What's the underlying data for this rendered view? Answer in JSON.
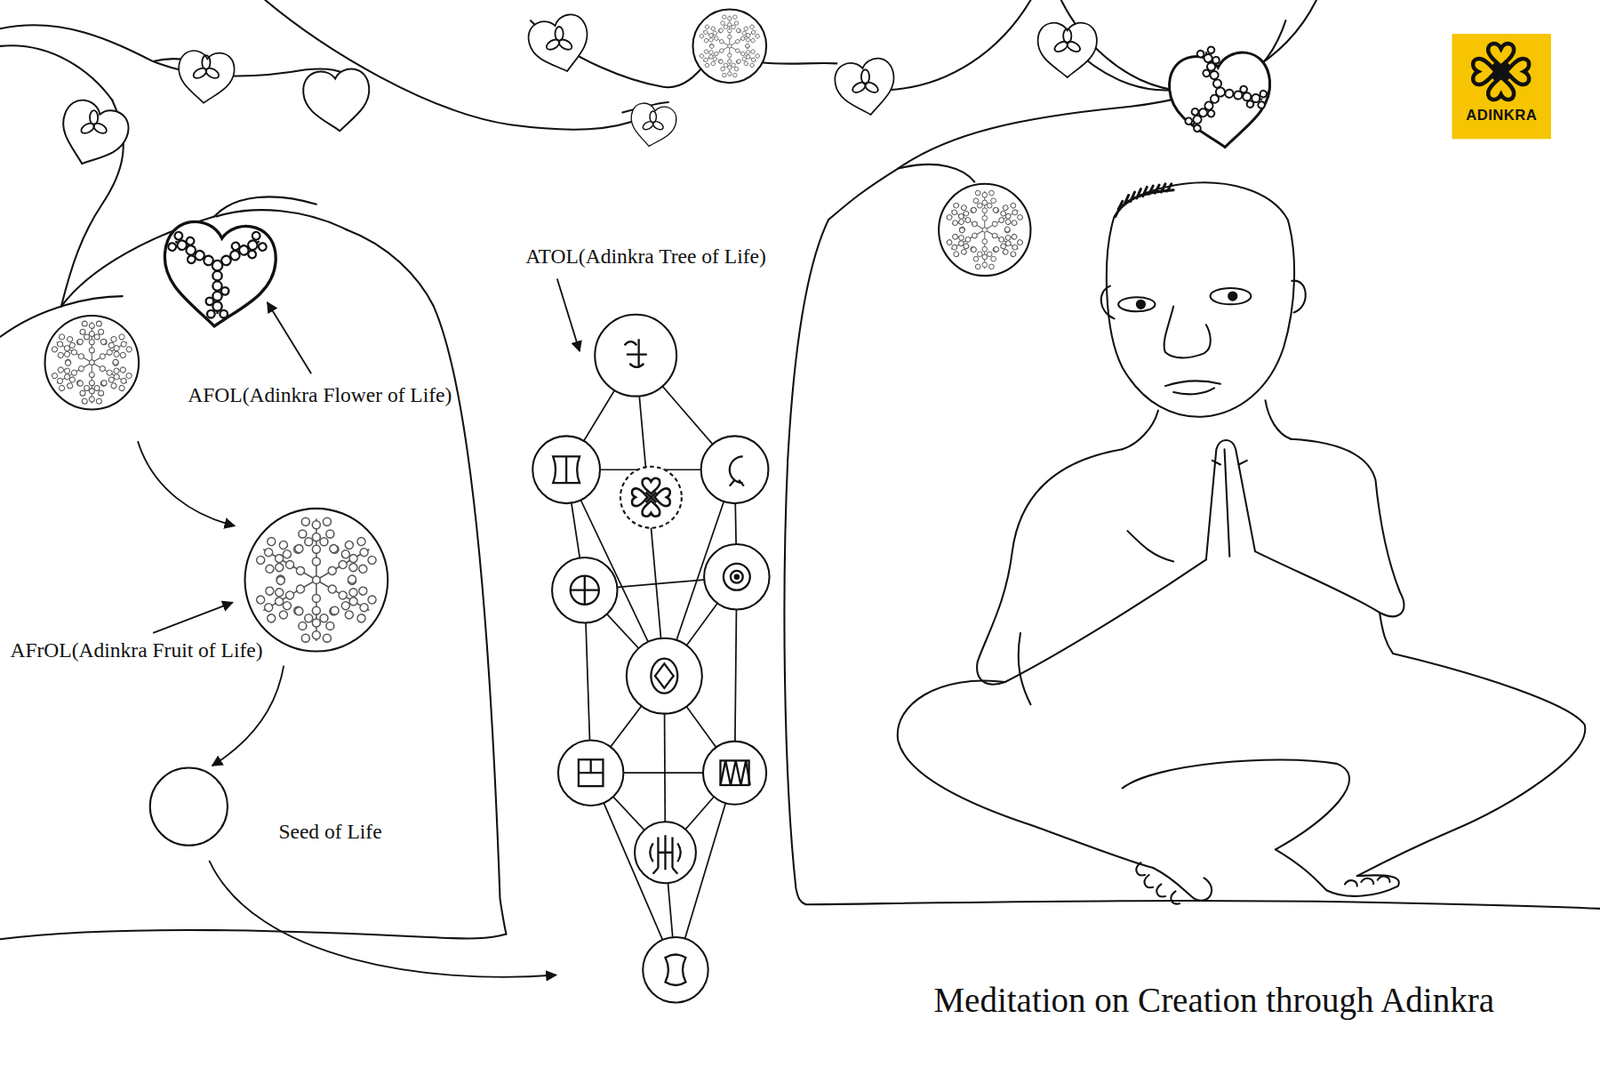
{
  "diagram": {
    "caption": "Meditation on Creation through Adinkra",
    "labels": [
      "ADINKRA",
      "ATOL(Adinkra Tree of Life)",
      "AFOL(Adinkra Flower of Life)",
      "AFrOL(Adinkra Fruit of Life)",
      "Seed of Life"
    ]
  }
}
